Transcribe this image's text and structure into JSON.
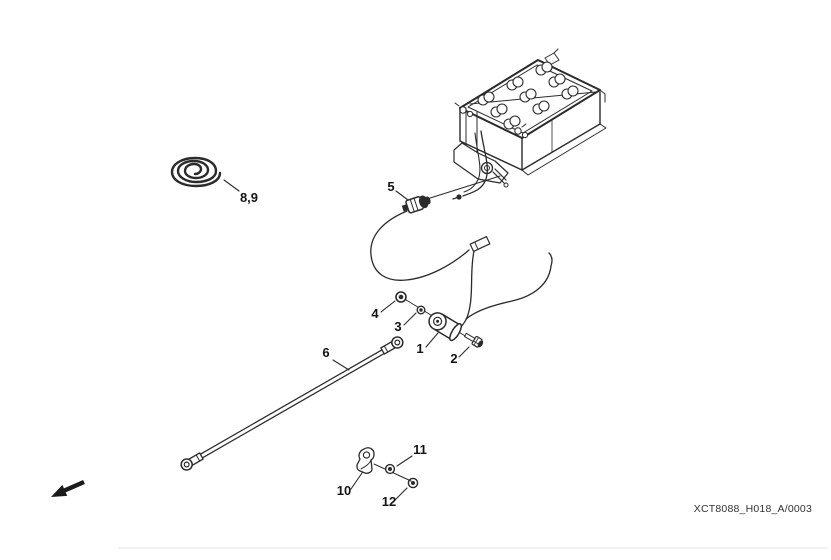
{
  "diagram": {
    "type": "exploded-parts-diagram",
    "subject": "battery, cable and solenoid assembly",
    "doc_code": "XCT8088_H018_A/0003",
    "callouts": {
      "part1": "1",
      "part2": "2",
      "part3": "3",
      "part4": "4",
      "part5": "5",
      "part6": "6",
      "part8_9": "8,9",
      "part10": "10",
      "part11": "11",
      "part12": "12"
    },
    "colors": {
      "line": "#2b2b2b",
      "background": "#ffffff",
      "arrow": "#1a1a1a"
    }
  }
}
